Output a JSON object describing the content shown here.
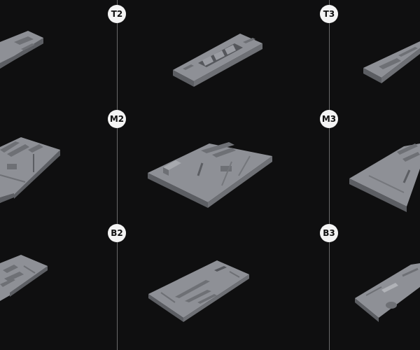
{
  "columns": [
    {
      "labels": [
        "T2",
        "M2",
        "B2"
      ]
    },
    {
      "labels": [
        "T3",
        "M3",
        "B3"
      ]
    }
  ],
  "colors": {
    "background": "#0f0f10",
    "divider": "#6a6a6a",
    "badge_fill": "#f4f4f4",
    "badge_text": "#101010",
    "panel_top": "#8e9096",
    "panel_side": "#5c5e63",
    "panel_detail": "#6e7075"
  }
}
